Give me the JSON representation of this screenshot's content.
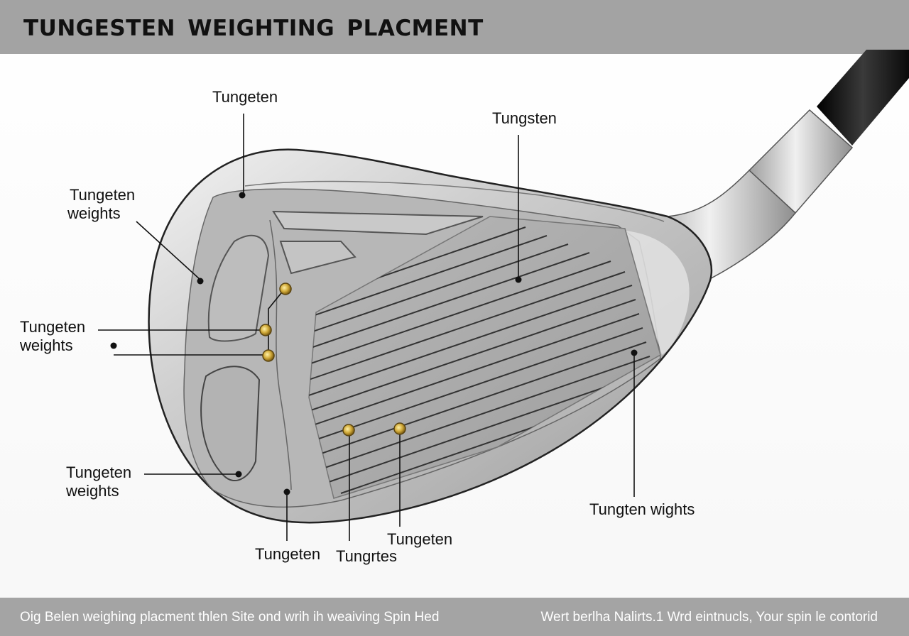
{
  "header": {
    "title": "TUNGESTEN  WEIGHTING PLACMENT"
  },
  "callouts": {
    "top": "Tungeten",
    "top_right": "Tungsten",
    "upper_left_line1": "Tungeten",
    "upper_left_line2": "weights",
    "mid_left_line1": "Tungeten",
    "mid_left_line2": "weights",
    "lower_left_line1": "Tungeten",
    "lower_left_line2": "weights",
    "bottom_1": "Tungeten",
    "bottom_2": "Tungrtes",
    "bottom_3": "Tungeten",
    "right": "Tungten wights"
  },
  "footer": {
    "left": "Oig Belen weighing placment thlen Site ond wrih ih weaiving Spin Hed",
    "right": "Wert berlha Nalirts.1 Wrd eintnucls, Your spin le contorid"
  },
  "colors": {
    "header_bg": "#a3a3a3",
    "footer_bg": "#a4a4a4",
    "club_silver": "#c8c8c8",
    "face_gray": "#a9a9a9",
    "tungsten_gold": "#c9a43a",
    "shaft_black": "#1a1a1a"
  }
}
